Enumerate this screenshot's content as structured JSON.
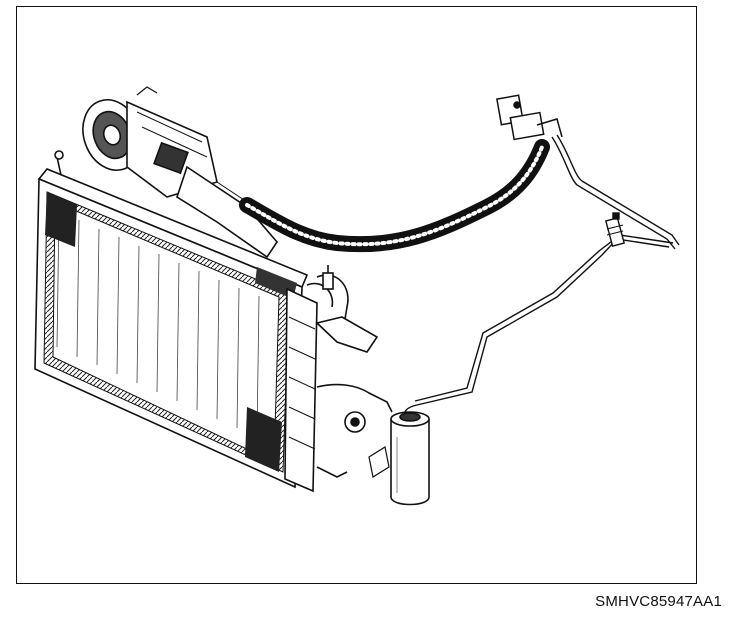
{
  "figure": {
    "reference_code": "SMHVC85947AA1"
  },
  "components": {
    "radiator": "radiator-condenser-assembly",
    "compressor": "ac-compressor",
    "receiver_drier": "receiver-drier",
    "pressure_switch": "pressure-switch",
    "evaporator_fitting": "evaporator-connection-block",
    "suction_hose": "corrugated-suction-hose",
    "liquid_line": "liquid-line-tube"
  }
}
